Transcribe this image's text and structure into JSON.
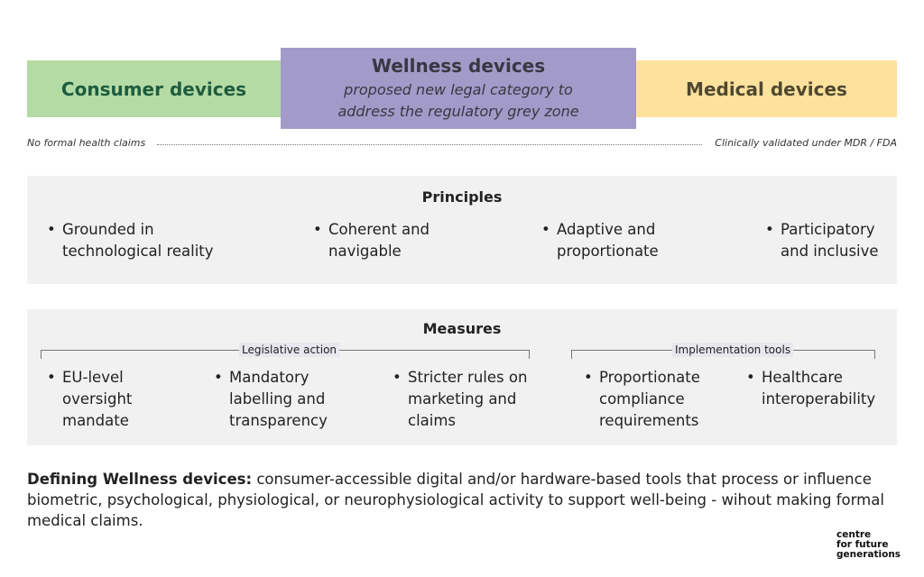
{
  "categories": {
    "consumer": "Consumer devices",
    "wellness": {
      "title": "Wellness devices",
      "subtitle_line1": "proposed new legal category to",
      "subtitle_line2": "address the regulatory grey zone"
    },
    "medical": "Medical devices"
  },
  "scale": {
    "left": "No formal health claims",
    "right": "Clinically validated under MDR / FDA"
  },
  "principles": {
    "title": "Principles",
    "items": [
      [
        "Grounded in",
        "technological reality"
      ],
      [
        "Coherent and",
        "navigable"
      ],
      [
        "Adaptive and",
        "proportionate"
      ],
      [
        "Participatory",
        "and inclusive"
      ]
    ]
  },
  "measures": {
    "title": "Measures",
    "groups": [
      "Legislative action",
      "Implementation tools"
    ],
    "items": [
      [
        "EU-level",
        "oversight",
        "mandate"
      ],
      [
        "Mandatory",
        "labelling and",
        "transparency"
      ],
      [
        "Stricter rules on",
        "marketing and",
        "claims"
      ],
      [
        "Proportionate",
        "compliance",
        "requirements"
      ],
      [
        "Healthcare",
        "interoperability",
        ""
      ]
    ]
  },
  "definition": {
    "label": "Defining Wellness devices:",
    "text": " consumer-accessible digital and/or hardware-based tools that process or influence biometric, psychological, physiological, or neurophysiological activity to support well-being - wihout making formal medical claims."
  },
  "logo": [
    "centre",
    "for future",
    "generations"
  ]
}
